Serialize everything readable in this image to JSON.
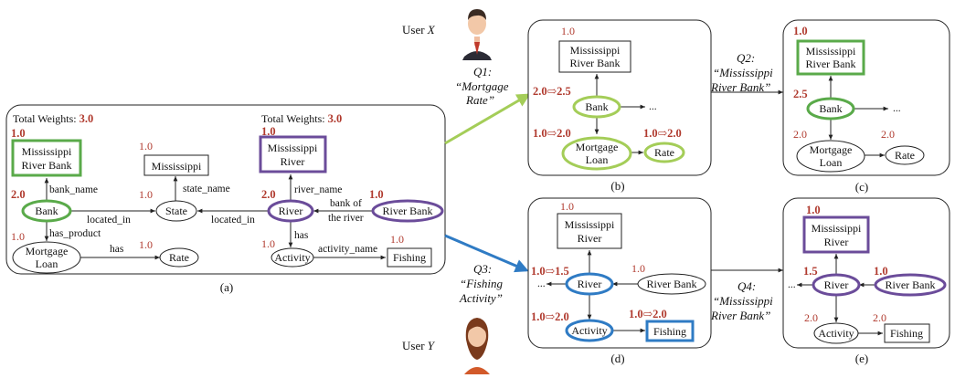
{
  "users": {
    "x": "User X",
    "y": "User Y"
  },
  "queries": {
    "q1": {
      "label": "Q1:",
      "text1": "“Mortgage",
      "text2": "Rate”"
    },
    "q2": {
      "label": "Q2:",
      "text1": "“Mississippi",
      "text2": "River Bank”"
    },
    "q3": {
      "label": "Q3:",
      "text1": "“Fishing",
      "text2": "Activity”"
    },
    "q4": {
      "label": "Q4:",
      "text1": "“Mississippi",
      "text2": "River Bank”"
    }
  },
  "captions": {
    "a": "(a)",
    "b": "(b)",
    "c": "(c)",
    "d": "(d)",
    "e": "(e)"
  },
  "panel_a": {
    "total_left": "Total Weights: ",
    "total_left_val": "3.0",
    "total_right": "Total Weights: ",
    "total_right_val": "3.0",
    "nodes": {
      "msrb1": "Mississippi",
      "msrb2": "River Bank",
      "mississippi": "Mississippi",
      "msr1": "Mississippi",
      "msr2": "River",
      "bank": "Bank",
      "state": "State",
      "river": "River",
      "riverbank": "River Bank",
      "mortgage1": "Mortgage",
      "mortgage2": "Loan",
      "rate": "Rate",
      "activity": "Activity",
      "fishing": "Fishing"
    },
    "edges": {
      "bank_name": "bank_name",
      "state_name": "state_name",
      "river_name": "river_name",
      "located_in_1": "located_in",
      "located_in_2": "located_in",
      "bank_of1": "bank of",
      "bank_of2": "the river",
      "has_product": "has_product",
      "has1": "has",
      "has2": "has",
      "activity_name": "activity_name"
    },
    "weights": {
      "msrb": "1.0",
      "mississippi": "1.0",
      "msr": "1.0",
      "bank": "2.0",
      "state": "1.0",
      "river": "2.0",
      "riverbank": "1.0",
      "mortgage": "1.0",
      "rate": "1.0",
      "activity": "1.0",
      "fishing": "1.0"
    }
  },
  "panel_b": {
    "nodes": {
      "msrb1": "Mississippi",
      "msrb2": "River Bank",
      "bank": "Bank",
      "mortgage1": "Mortgage",
      "mortgage2": "Loan",
      "rate": "Rate",
      "dots": "..."
    },
    "weights": {
      "msrb": "1.0",
      "bank_from": "2.0",
      "bank_to": "2.5",
      "mortgage_from": "1.0",
      "mortgage_to": "2.0",
      "rate_from": "1.0",
      "rate_to": "2.0"
    }
  },
  "panel_c": {
    "nodes": {
      "msrb1": "Mississippi",
      "msrb2": "River Bank",
      "bank": "Bank",
      "mortgage1": "Mortgage",
      "mortgage2": "Loan",
      "rate": "Rate",
      "dots": "..."
    },
    "weights": {
      "msrb": "1.0",
      "bank": "2.5",
      "mortgage": "2.0",
      "rate": "2.0"
    }
  },
  "panel_d": {
    "nodes": {
      "msr1": "Mississippi",
      "msr2": "River",
      "river": "River",
      "riverbank": "River Bank",
      "activity": "Activity",
      "fishing": "Fishing",
      "dots": "..."
    },
    "weights": {
      "msr": "1.0",
      "river_from": "1.0",
      "river_to": "1.5",
      "riverbank": "1.0",
      "activity_from": "1.0",
      "activity_to": "2.0",
      "fishing_from": "1.0",
      "fishing_to": "2.0"
    }
  },
  "panel_e": {
    "nodes": {
      "msr1": "Mississippi",
      "msr2": "River",
      "river": "River",
      "riverbank": "River Bank",
      "activity": "Activity",
      "fishing": "Fishing",
      "dots": "..."
    },
    "weights": {
      "msr": "1.0",
      "river": "1.5",
      "riverbank": "1.0",
      "activity": "2.0",
      "fishing": "2.0"
    }
  },
  "colors": {
    "green": "#5aaa4a",
    "lightgreen": "#a4cd58",
    "purple": "#6b4c9a",
    "blue": "#2f7bc4",
    "weight_red": "#b03a2e"
  },
  "icons": {
    "arrow": "⇨",
    "user_x": "businessman-avatar-icon",
    "user_y": "businesswoman-avatar-icon"
  }
}
